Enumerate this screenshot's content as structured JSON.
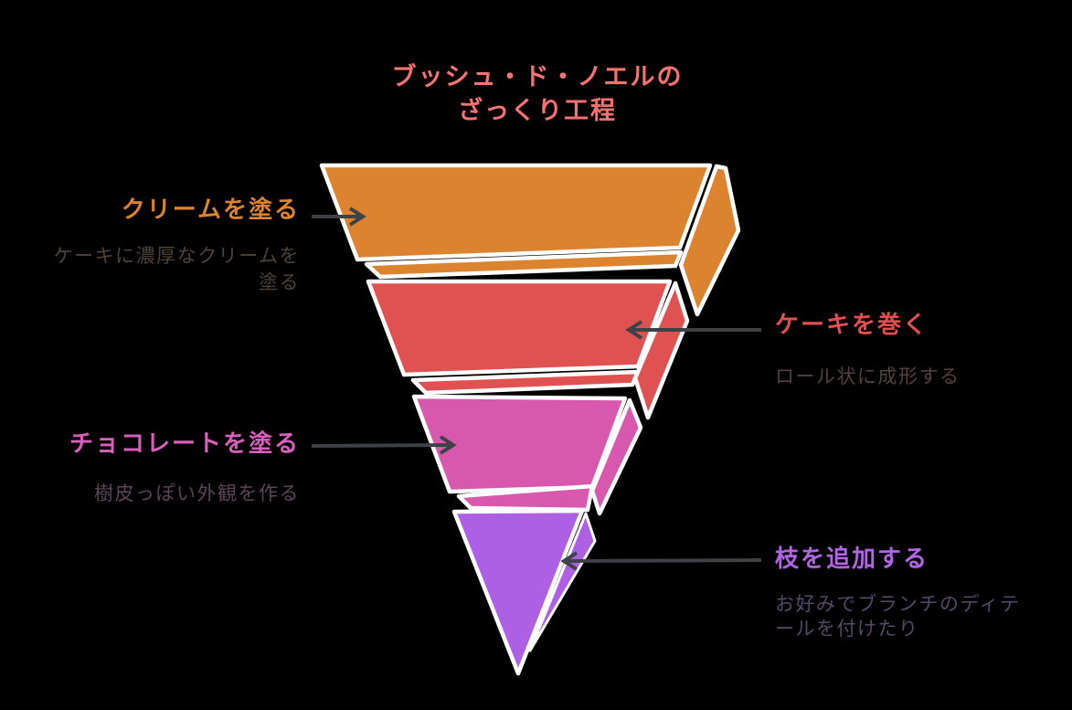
{
  "title": "ブッシュ・ド・ノエルの\nざっくり工程",
  "steps": [
    {
      "label": "クリームを塗る",
      "description": "ケーキに濃厚なクリームを\n塗る",
      "color": "#DC8330",
      "label_color": "#DC8330",
      "description_color": "#4E4238",
      "label_side": "left"
    },
    {
      "label": "ケーキを巻く",
      "description": "ロール状に成形する",
      "color": "#E05252",
      "label_color": "#E34E4E",
      "description_color": "#55403F",
      "label_side": "right"
    },
    {
      "label": "チョコレートを塗る",
      "description": "樹皮っぽい外観を作る",
      "color": "#D758AD",
      "label_color": "#D95FBC",
      "description_color": "#5B4458",
      "label_side": "left"
    },
    {
      "label": "枝を追加する",
      "description": "お好みでブランチのディテ\nールを付けたり",
      "color": "#AD60E3",
      "label_color": "#B164E4",
      "description_color": "#564769",
      "label_side": "right"
    }
  ],
  "colors": {
    "background": "#000000",
    "outline": "#FFFFFF",
    "arrow": "#3E4246",
    "title": "#F97272"
  }
}
